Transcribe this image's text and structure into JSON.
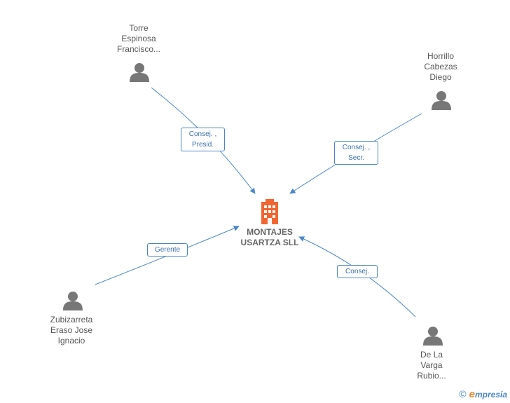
{
  "company": {
    "name_line1": "MONTAJES",
    "name_line2": "USARTZA SLL",
    "icon": "building-icon",
    "color": "#f26531"
  },
  "people": [
    {
      "id": "torre",
      "lines": [
        "Torre",
        "Espinosa",
        "Francisco..."
      ],
      "role_lines": [
        "Consej. ,",
        "Presid."
      ]
    },
    {
      "id": "horrillo",
      "lines": [
        "Horrillo",
        "Cabezas",
        "Diego"
      ],
      "role_lines": [
        "Consej. ,",
        "Secr."
      ]
    },
    {
      "id": "zubizarreta",
      "lines": [
        "Zubizarreta",
        "Eraso Jose",
        "Ignacio"
      ],
      "role_lines": [
        "Gerente"
      ]
    },
    {
      "id": "delavarga",
      "lines": [
        "De La",
        "Varga",
        "Rubio..."
      ],
      "role_lines": [
        "Consej."
      ]
    }
  ],
  "colors": {
    "edge": "#4a86c8",
    "person": "#777777",
    "text": "#555555"
  },
  "footer": {
    "copyright": "©",
    "brand_first": "e",
    "brand_rest": "mpresia"
  }
}
